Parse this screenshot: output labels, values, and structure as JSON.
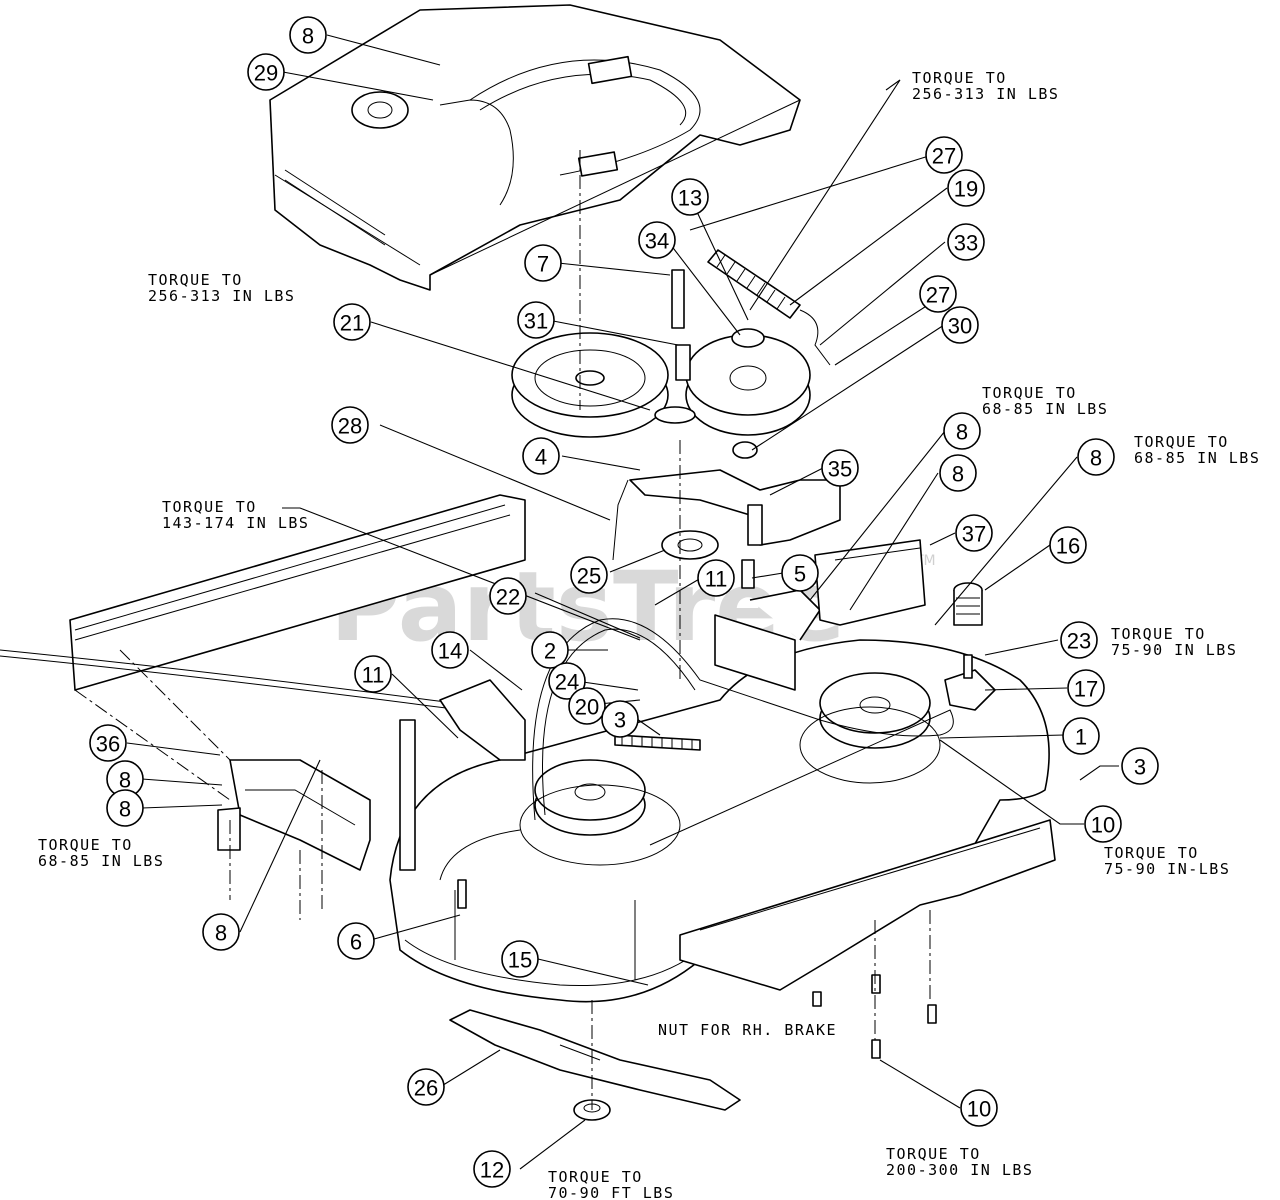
{
  "watermark": {
    "text": "PartsTree",
    "trademark": "TM"
  },
  "callouts": [
    "8",
    "29",
    "27",
    "19",
    "13",
    "33",
    "34",
    "7",
    "27",
    "30",
    "21",
    "31",
    "28",
    "4",
    "35",
    "8",
    "8",
    "8",
    "37",
    "16",
    "25",
    "11",
    "5",
    "22",
    "2",
    "14",
    "24",
    "11",
    "20",
    "3",
    "23",
    "17",
    "1",
    "3",
    "36",
    "8",
    "8",
    "10",
    "6",
    "15",
    "8",
    "26",
    "10",
    "12"
  ],
  "torque_labels": [
    {
      "line1": "TORQUE TO",
      "line2": "256-313  IN LBS"
    },
    {
      "line1": "TORQUE TO",
      "line2": "256-313  IN LBS"
    },
    {
      "line1": "TORQUE TO",
      "line2": "68-85  IN LBS"
    },
    {
      "line1": "TORQUE TO",
      "line2": "68-85  IN LBS"
    },
    {
      "line1": "TORQUE TO",
      "line2": "143-174  IN LBS"
    },
    {
      "line1": "TORQUE TO",
      "line2": "75-90  IN LBS"
    },
    {
      "line1": "TORQUE TO",
      "line2": "68-85  IN LBS"
    },
    {
      "line1": "TORQUE TO",
      "line2": "75-90  IN-LBS"
    },
    {
      "line1": "TORQUE TO",
      "line2": "200-300  IN LBS"
    },
    {
      "line1": "TORQUE TO",
      "line2": "70-90  FT LBS"
    }
  ],
  "note": "NUT FOR RH. BRAKE"
}
